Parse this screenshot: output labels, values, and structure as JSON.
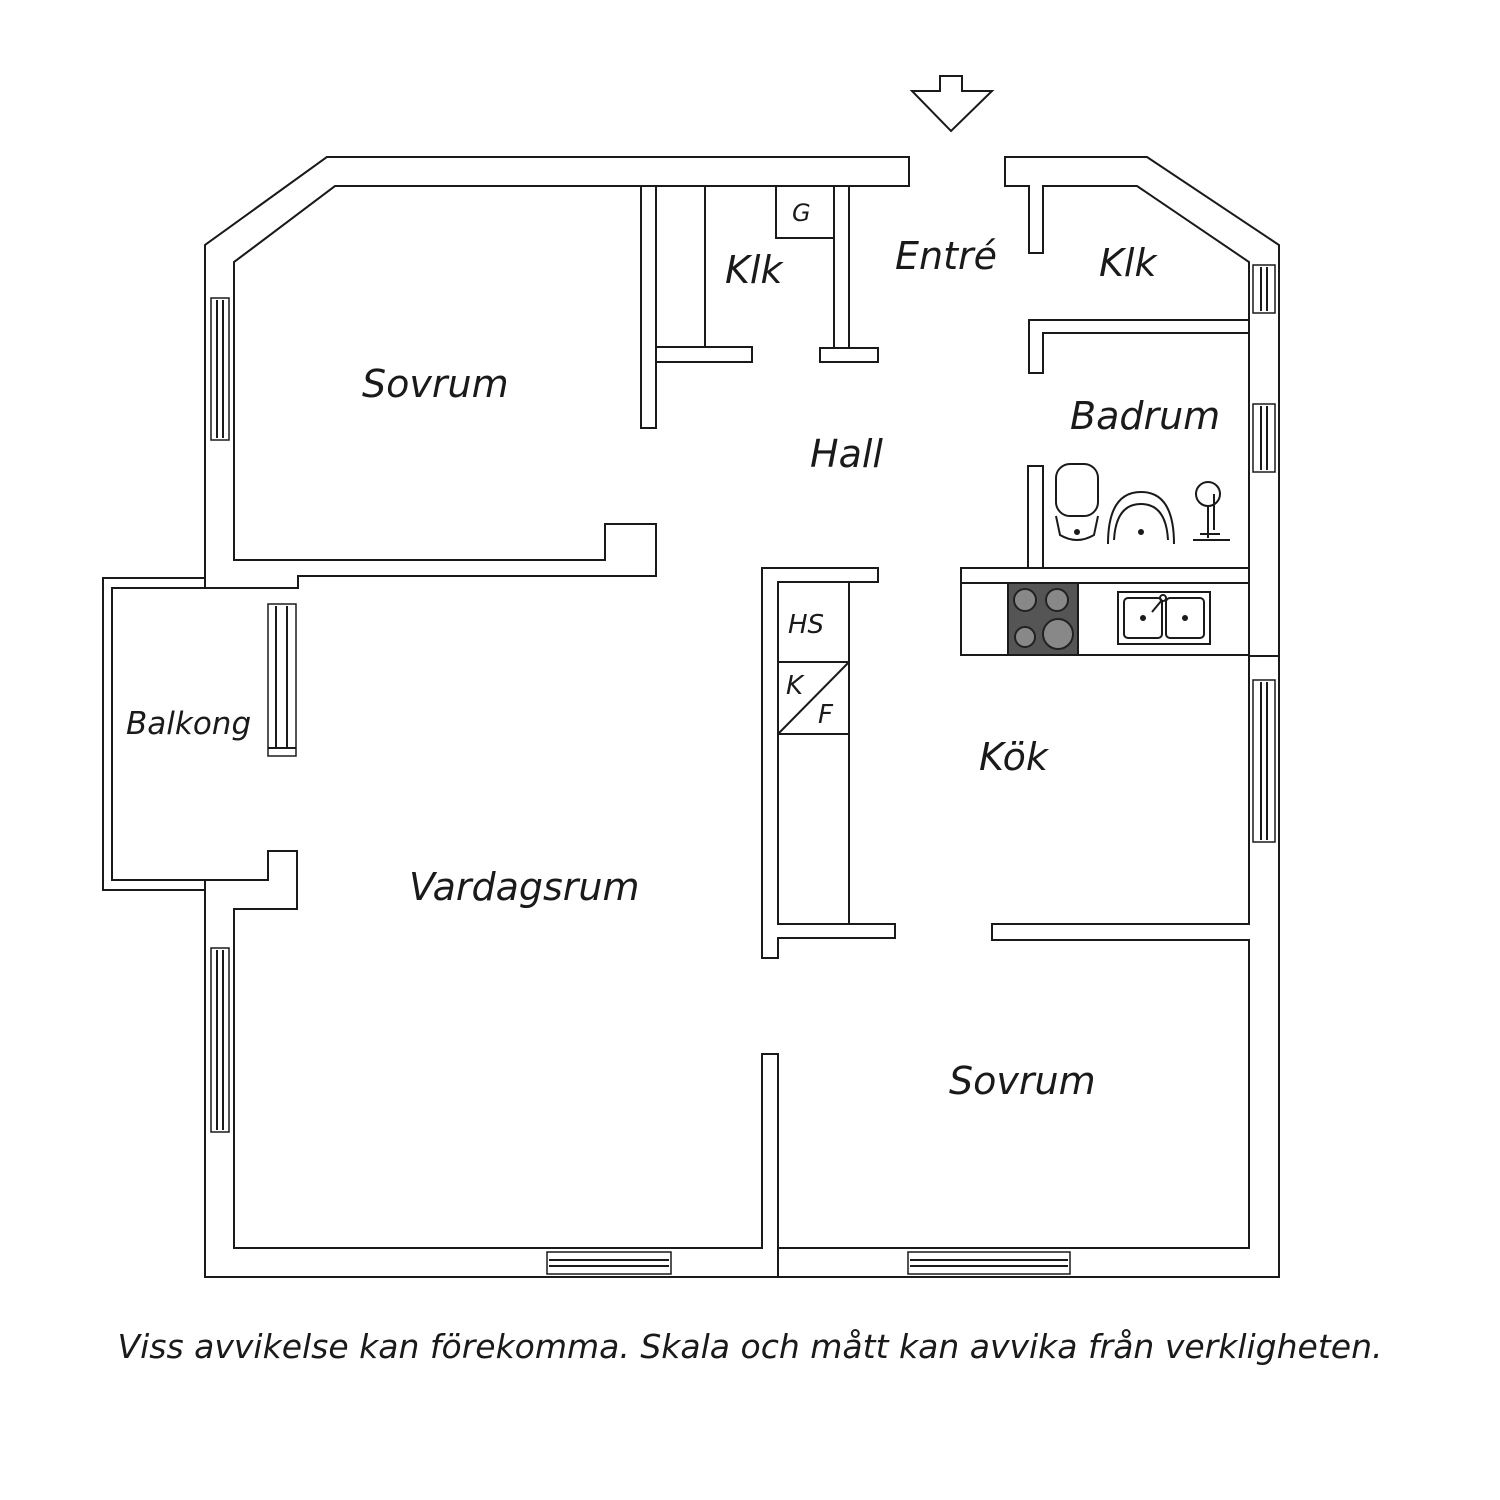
{
  "rooms": {
    "sovrum_top": "Sovrum",
    "klk_left": "Klk",
    "entre": "Entré",
    "klk_right": "Klk",
    "hall": "Hall",
    "badrum": "Badrum",
    "balkong": "Balkong",
    "vardagsrum": "Vardagsrum",
    "kok": "Kök",
    "sovrum_bottom": "Sovrum"
  },
  "fixtures": {
    "g": "G",
    "hs": "HS",
    "k": "K",
    "f": "F"
  },
  "disclaimer": "Viss avvikelse kan förekomma. Skala och mått kan avvika från verkligheten.",
  "icons": {
    "entrance": "entrance-arrow-icon",
    "toilet": "toilet-icon",
    "sink": "sink-icon",
    "shower": "shower-icon",
    "stove": "stove-icon",
    "kitchen_sink": "kitchen-sink-icon"
  }
}
